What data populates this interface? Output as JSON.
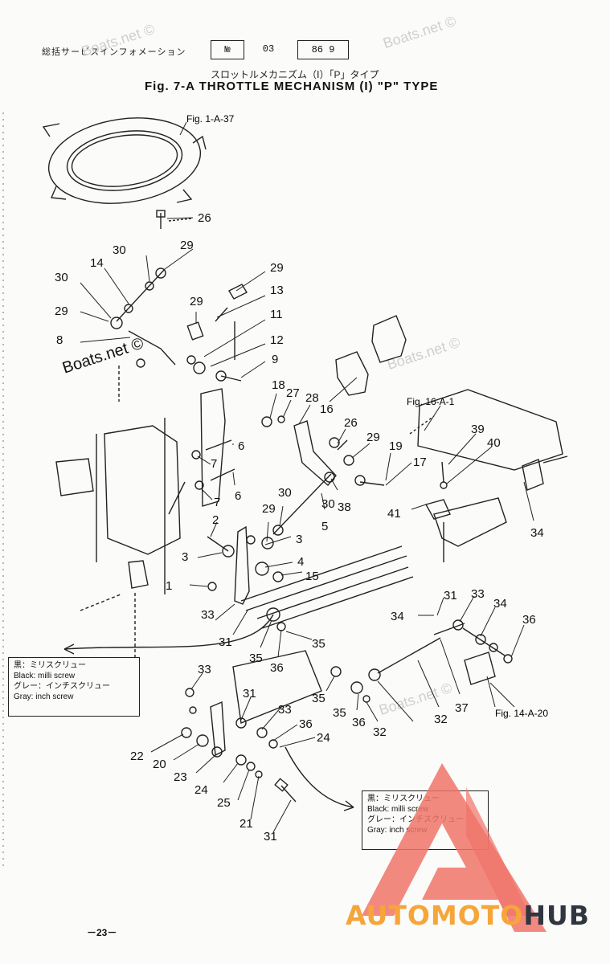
{
  "header": {
    "jp_label": "総括サービスインフォメーション",
    "box_n": "№",
    "box_num": "03",
    "box_date": "86 9",
    "jp_subtitle": "スロットルメカニズム（Ⅰ）「P」タイプ",
    "title": "Fig. 7-A   THROTTLE MECHANISM (I) \"P\" TYPE"
  },
  "watermarks": [
    "Boats.net ©",
    "Boats.net ©",
    "Boats.net ©",
    "Boats.net ©",
    "Boats.net ©"
  ],
  "fig_refs": [
    "Fig. 1-A-37",
    "Fig. 16-A-1",
    "Fig. 14-A-20"
  ],
  "callouts": [
    "26",
    "29",
    "30",
    "14",
    "30",
    "29",
    "29",
    "13",
    "29",
    "11",
    "8",
    "12",
    "9",
    "18",
    "27",
    "28",
    "16",
    "26",
    "29",
    "19",
    "17",
    "39",
    "40",
    "6",
    "7",
    "6",
    "7",
    "30",
    "29",
    "3",
    "2",
    "3",
    "5",
    "4",
    "15",
    "30",
    "38",
    "41",
    "34",
    "1",
    "33",
    "31",
    "35",
    "36",
    "35",
    "31",
    "33",
    "34",
    "36",
    "34",
    "33",
    "31",
    "33",
    "35",
    "36",
    "24",
    "22",
    "20",
    "23",
    "24",
    "25",
    "21",
    "31",
    "35",
    "36",
    "32",
    "37",
    "32"
  ],
  "legend_left": {
    "jp_black": "黒：ミリスクリュー",
    "en_black": "Black: milli screw",
    "jp_gray": "グレー：インチスクリュー",
    "en_gray": "Gray: inch screw"
  },
  "legend_right": {
    "jp_black": "黒：ミリスクリュー",
    "en_black": "Black: milli screw",
    "jp_gray": "グレー：インチスクリュー",
    "en_gray": "Gray: inch screw"
  },
  "page_number": "－23－",
  "logo": {
    "part1": "AUTO",
    "part2": "MOTO",
    "part3": "HUB"
  },
  "colors": {
    "logo_red": "#f0746a",
    "logo_orange": "#f6a53a",
    "logo_dark": "#2f3640",
    "ink": "#111111"
  }
}
